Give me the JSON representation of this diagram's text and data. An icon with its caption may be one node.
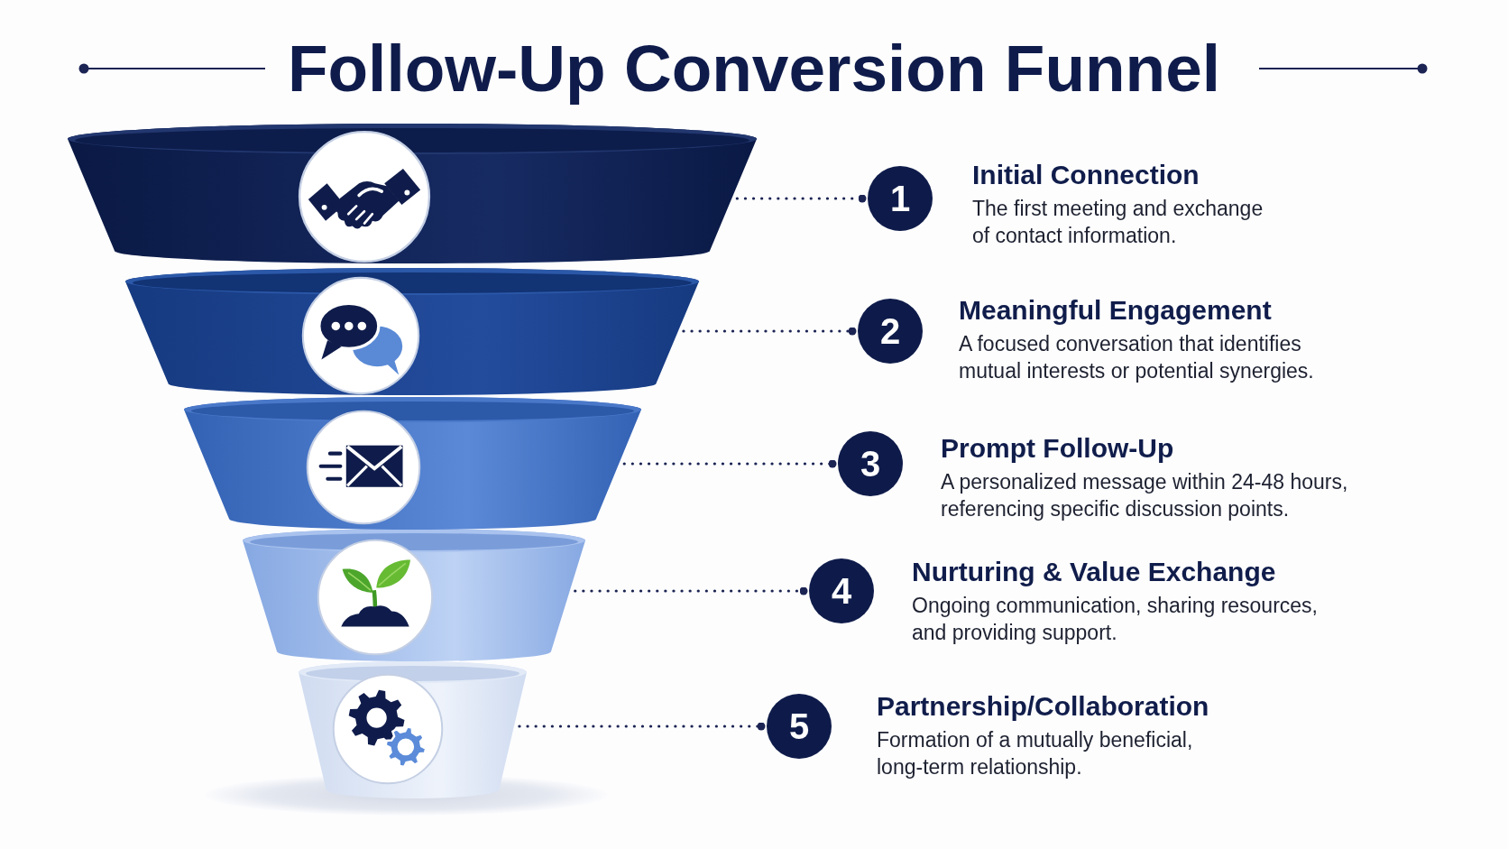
{
  "diagram": {
    "title": "Follow-Up Conversion Funnel",
    "nodes": [
      {
        "text": [],
        "shape": "band"
      },
      {
        "text": [
          "1"
        ],
        "beside": [
          "Initial Connection",
          "The first meeting and exchange of contact information."
        ]
      },
      {
        "text": [],
        "shape": "band"
      },
      {
        "text": [
          "2"
        ],
        "beside": [
          "Meaningful Engagement",
          "A focused conversation that identifies mutual interests or potential synergies."
        ]
      },
      {
        "text": [],
        "shape": "band"
      },
      {
        "text": [
          "3"
        ],
        "beside": [
          "Prompt Follow-Up",
          "A personalized message within 24-48 hours, referencing specific discussion points."
        ]
      },
      {
        "text": [],
        "shape": "band"
      },
      {
        "text": [
          "4"
        ],
        "beside": [
          "Nurturing & Value Exchange",
          "Ongoing communication, sharing resources, and providing support."
        ]
      },
      {
        "text": [],
        "shape": "band"
      },
      {
        "text": [
          "5"
        ],
        "beside": [
          "Partnership/Collaboration",
          "Formation of a mutually beneficial, long-term relationship."
        ]
      }
    ],
    "edges": [
      {
        "from": 0,
        "to": 1,
        "arrow": "other",
        "style": "dashed"
      },
      {
        "from": 2,
        "to": 3,
        "arrow": "other",
        "style": "dashed"
      },
      {
        "from": 4,
        "to": 5,
        "arrow": "other",
        "style": "dashed"
      },
      {
        "from": 6,
        "to": 7,
        "arrow": "other",
        "style": "dashed"
      },
      {
        "from": 8,
        "to": 9,
        "arrow": "other",
        "style": "dashed"
      }
    ]
  }
}
